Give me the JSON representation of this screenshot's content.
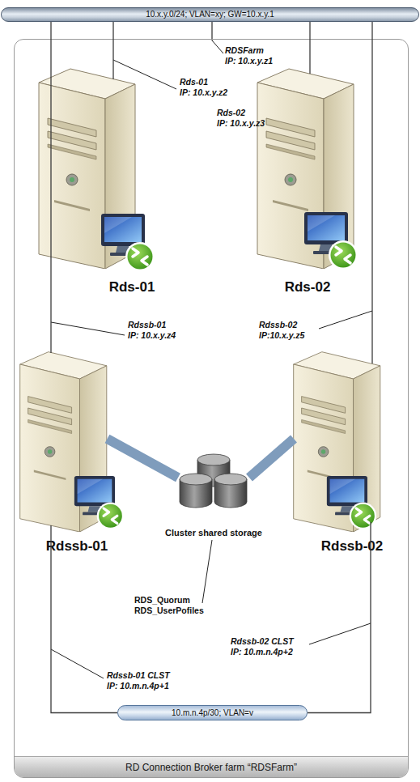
{
  "diagram": {
    "nodes": [
      {
        "text": [
          "10.x.y.0/24; VLAN=xy; GW=10.x.y.1"
        ]
      },
      {
        "text": [
          "RD Connection Broker farm “RDSFarm”"
        ]
      },
      {
        "text": [
          "Rds-01"
        ],
        "in": 1
      },
      {
        "text": [
          "Rds-02"
        ],
        "in": 1
      },
      {
        "text": [
          "Rdssb-01"
        ],
        "in": 1
      },
      {
        "text": [
          "Rdssb-02"
        ],
        "in": 1
      },
      {
        "text": [
          "Cluster shared storage"
        ],
        "in": 1
      },
      {
        "text": [
          "10.m.n.4p/30; VLAN=v"
        ],
        "in": 1
      }
    ],
    "edges": [
      {
        "from": 0,
        "to": 2,
        "arrow": "none"
      },
      {
        "from": 0,
        "to": 3,
        "arrow": "none"
      },
      {
        "from": 0,
        "to": 4,
        "arrow": "none"
      },
      {
        "from": 0,
        "to": 5,
        "arrow": "none"
      },
      {
        "from": 4,
        "to": 6,
        "arrow": "none"
      },
      {
        "from": 5,
        "to": 6,
        "arrow": "none"
      },
      {
        "from": 4,
        "to": 7,
        "arrow": "none"
      },
      {
        "from": 5,
        "to": 7,
        "arrow": "none"
      }
    ],
    "labels": [
      "RDSFarm",
      "IP: 10.x.y.z1",
      "Rds-01",
      "IP: 10.x.y.z2",
      "Rds-02",
      "IP: 10.x.y.z3",
      "Rdssb-01",
      "IP: 10.x.y.z4",
      "Rdssb-02",
      "IP:10.x.y.z5",
      "RDS_Quorum",
      "RDS_UserPofiles",
      "Rdssb-02 CLST",
      "IP: 10.m.n.4p+2",
      "Rdssb-01 CLST",
      "IP: 10.m.n.4p+1"
    ]
  }
}
